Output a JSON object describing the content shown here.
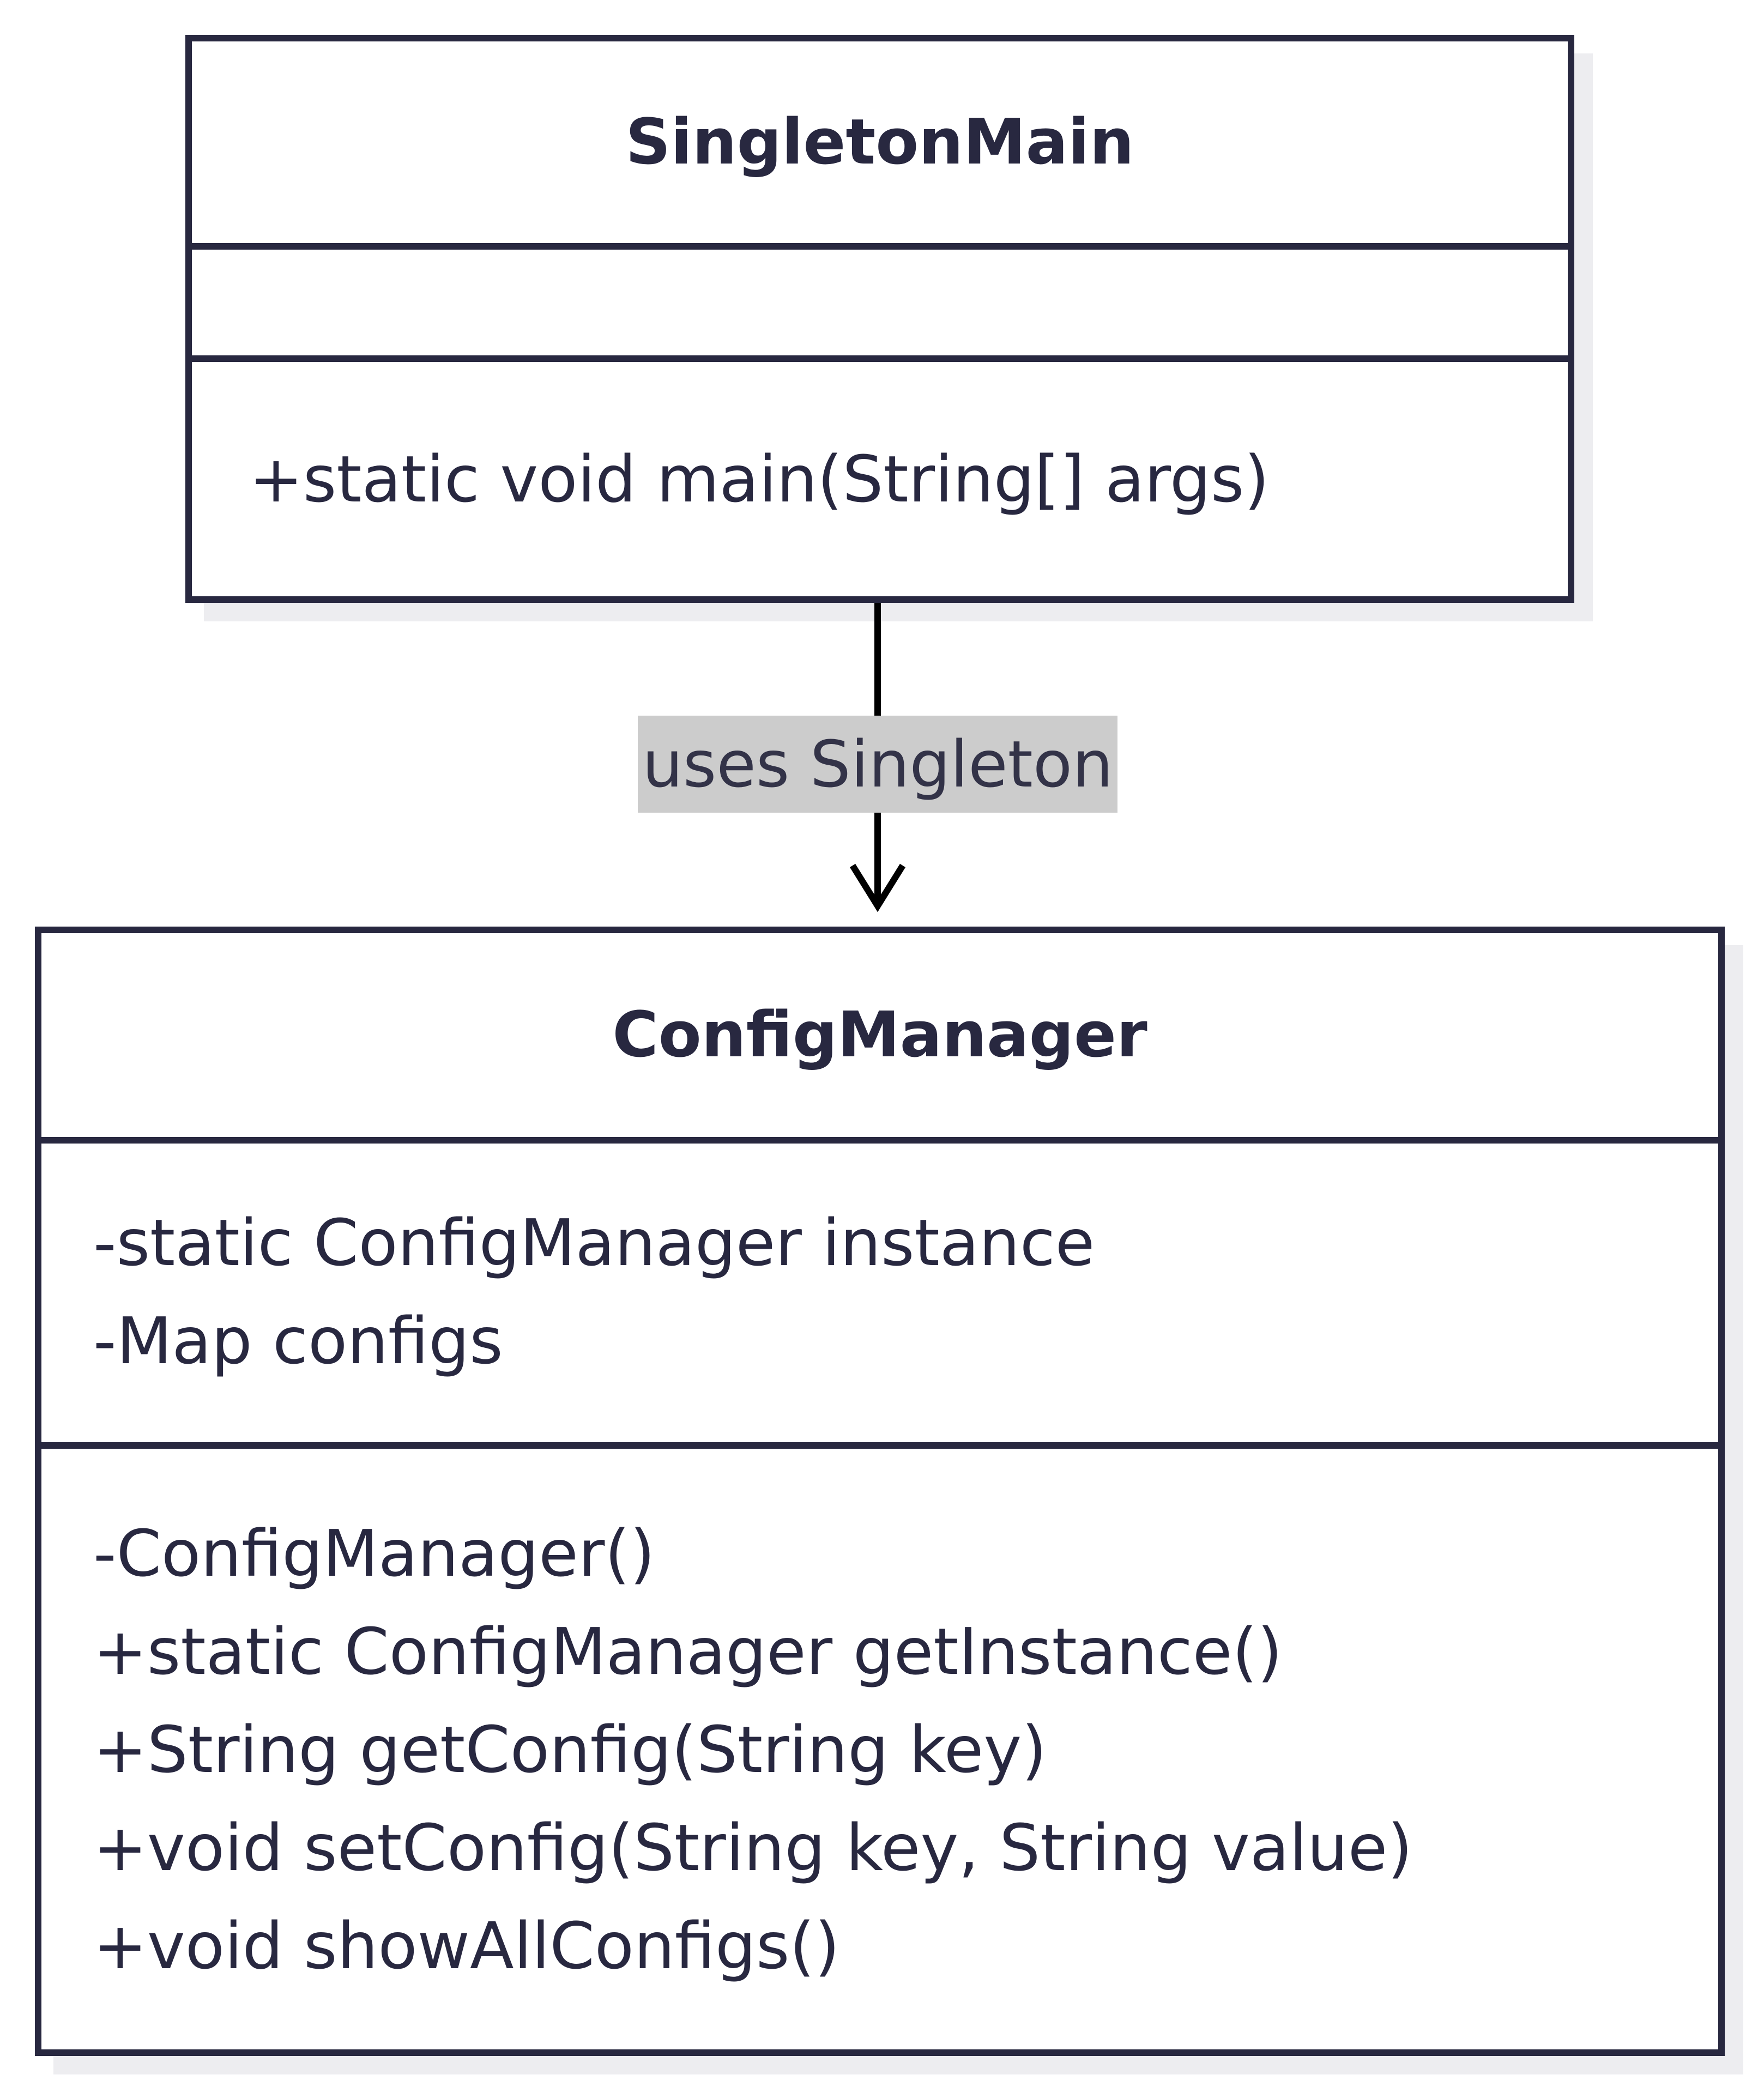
{
  "diagram": {
    "classes": [
      {
        "name": "SingletonMain",
        "attributes": [],
        "methods": [
          "+static void main(String[] args)"
        ]
      },
      {
        "name": "ConfigManager",
        "attributes": [
          "-static ConfigManager instance",
          "-Map configs"
        ],
        "methods": [
          "-ConfigManager()",
          "+static ConfigManager getInstance()",
          "+String getConfig(String key)",
          "+void setConfig(String key, String value)",
          "+void showAllConfigs()"
        ]
      }
    ],
    "relationship": {
      "from": "SingletonMain",
      "to": "ConfigManager",
      "label": "uses Singleton"
    },
    "colors": {
      "border": "#282840",
      "shadow": "#ededf0",
      "label_background": "#cccccc",
      "arrow": "#000000"
    }
  }
}
